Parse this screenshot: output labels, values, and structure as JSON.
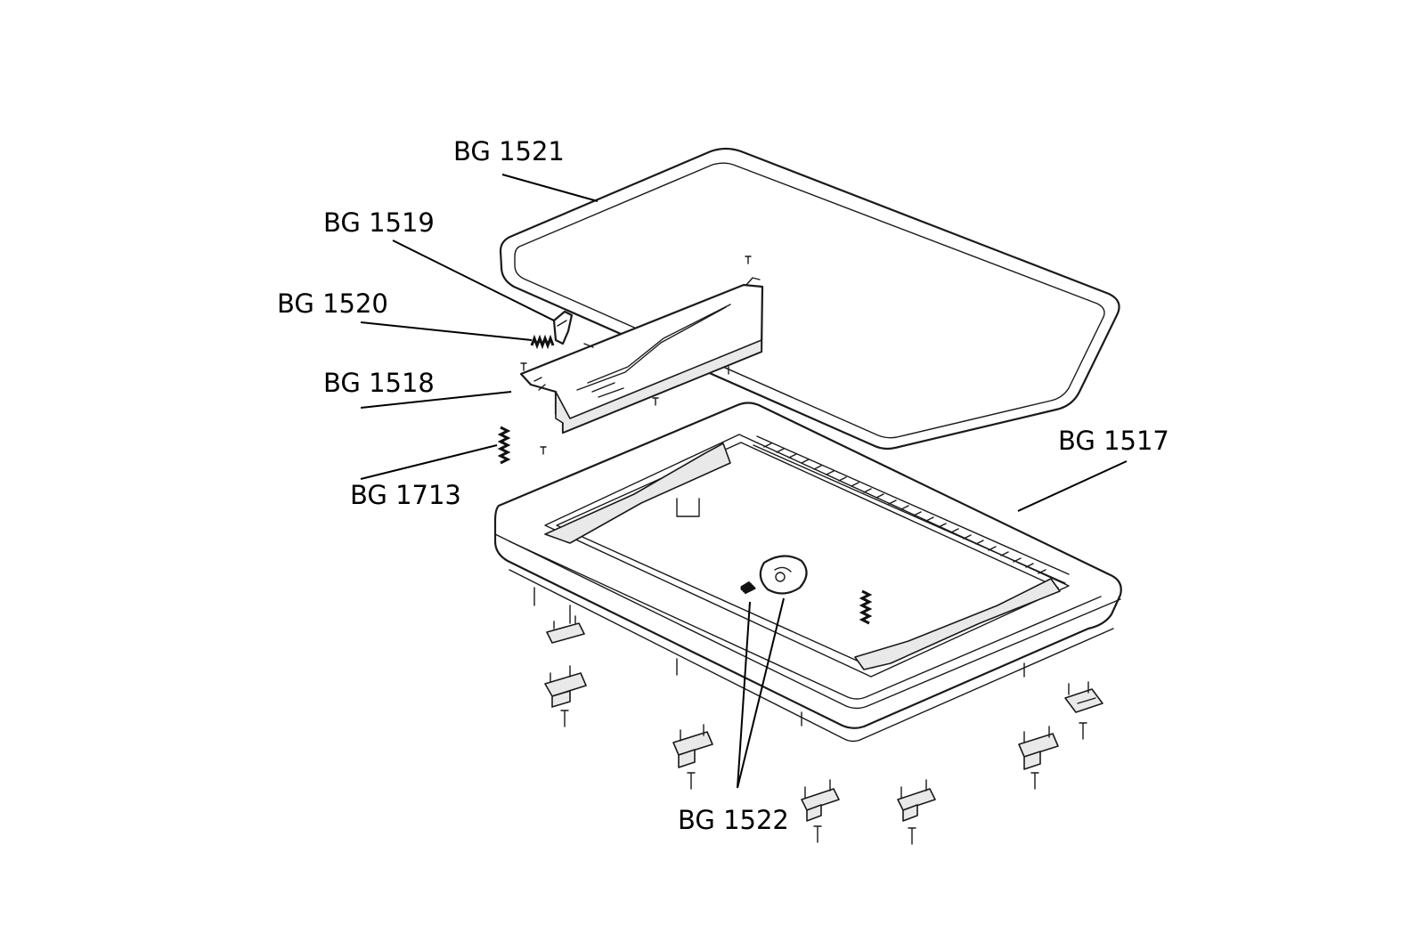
{
  "labels": {
    "bg1521": "BG 1521",
    "bg1519": "BG 1519",
    "bg1520": "BG 1520",
    "bg1518": "BG 1518",
    "bg1713": "BG 1713",
    "bg1517": "BG 1517",
    "bg1522": "BG 1522"
  }
}
